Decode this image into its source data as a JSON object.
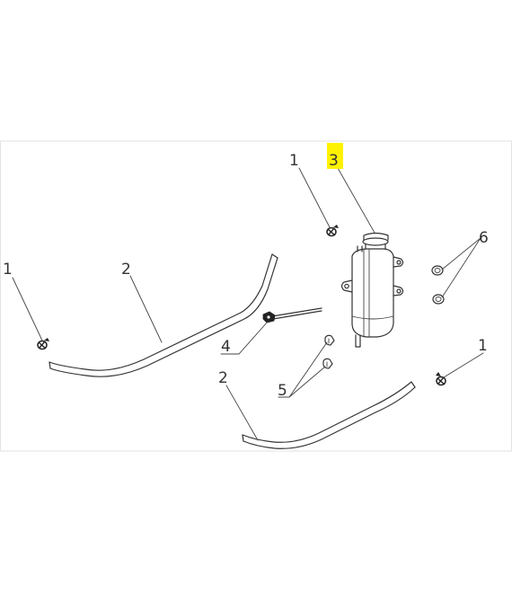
{
  "diagram": {
    "labels": {
      "l1_left": "1",
      "l2_left": "2",
      "l1_top": "1",
      "l3": "3",
      "l6": "6",
      "l4": "4",
      "l5": "5",
      "l2_bottom": "2",
      "l1_right": "1"
    },
    "colors": {
      "line": "#333333",
      "highlight": "#fff200",
      "frame": "#e2e2e2"
    },
    "icons": {
      "clamp": "hose-clamp-icon",
      "tank": "coolant-reservoir-icon",
      "ring": "o-ring-icon",
      "bolt": "bolt-icon",
      "sensor": "level-sensor-icon"
    }
  }
}
